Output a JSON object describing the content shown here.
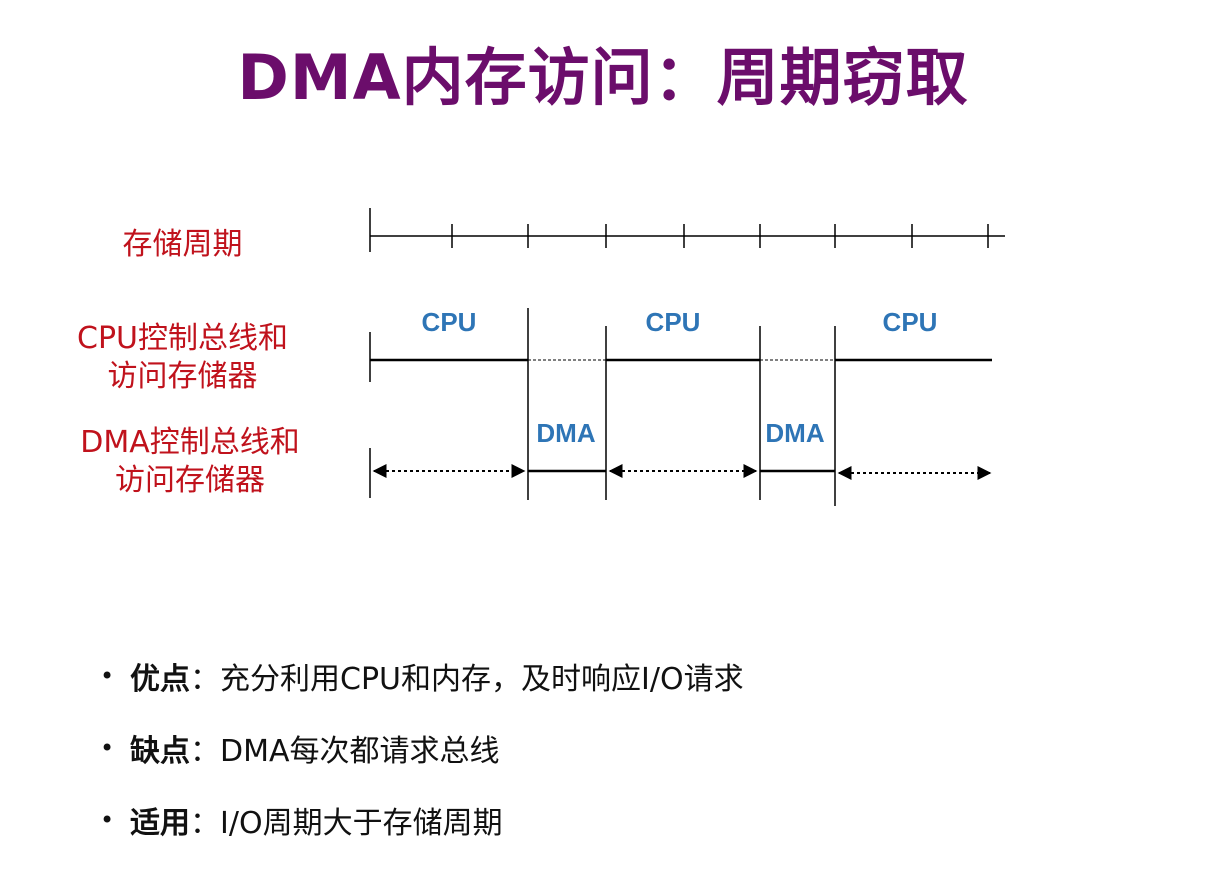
{
  "title": "DMA内存访问：周期窃取",
  "labels": {
    "memory_cycle": "存储周期",
    "cpu_line1": "CPU控制总线和",
    "cpu_line2": "访问存储器",
    "dma_line1": "DMA控制总线和",
    "dma_line2": "访问存储器"
  },
  "segments": {
    "cpu": [
      "CPU",
      "CPU",
      "CPU"
    ],
    "dma": [
      "DMA",
      "DMA"
    ]
  },
  "bullets": [
    {
      "term": "优点",
      "sep": "：",
      "text": "充分利用CPU和内存，及时响应I/O请求"
    },
    {
      "term": "缺点",
      "sep": "：",
      "text": "DMA每次都请求总线"
    },
    {
      "term": "适用",
      "sep": "：",
      "text": "I/O周期大于存储周期"
    }
  ],
  "colors": {
    "title": "#6b0d6b",
    "labels": "#c0121c",
    "segment_text": "#2e75b6",
    "lines": "#000000"
  }
}
